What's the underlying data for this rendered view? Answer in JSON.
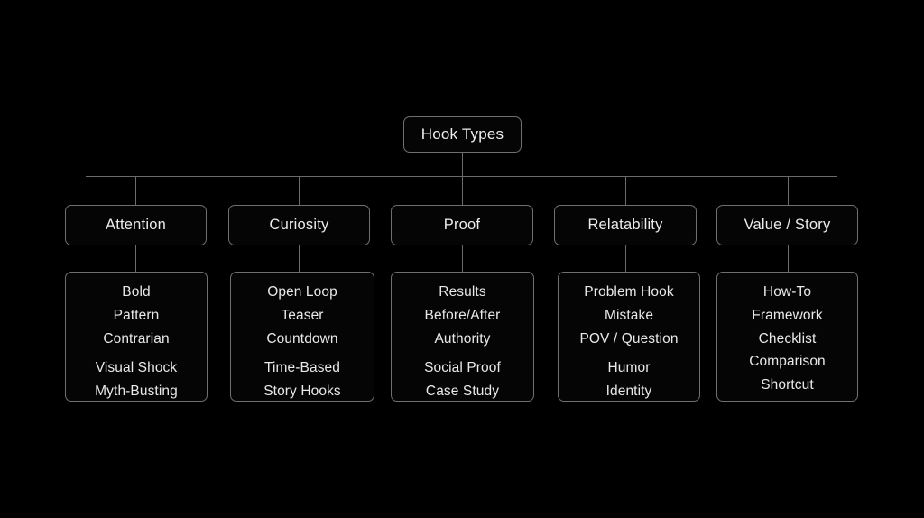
{
  "diagram": {
    "title": "Hook Types",
    "background_color": "#000000",
    "line_color": "#6b6b6b",
    "border_color": "#6f6f6f",
    "text_color": "#e9e9e9",
    "root": {
      "label": "Hook Types"
    },
    "branches": [
      {
        "id": "attention",
        "label": "Attention",
        "items": [
          "Bold",
          "Pattern",
          "Contrarian",
          "Visual Shock",
          "Myth-Busting"
        ]
      },
      {
        "id": "curiosity",
        "label": "Curiosity",
        "items": [
          "Open Loop",
          "Teaser",
          "Countdown",
          "Time-Based",
          "Story Hooks"
        ]
      },
      {
        "id": "proof",
        "label": "Proof",
        "items": [
          "Results",
          "Before/After",
          "Authority",
          "Social Proof",
          "Case Study"
        ]
      },
      {
        "id": "relatability",
        "label": "Relatability",
        "items": [
          "Problem Hook",
          "Mistake",
          "POV / Question",
          "Humor",
          "Identity"
        ]
      },
      {
        "id": "value-story",
        "label": "Value / Story",
        "items": [
          "How-To",
          "Framework",
          "Checklist",
          "Comparison",
          "Shortcut"
        ]
      }
    ]
  }
}
